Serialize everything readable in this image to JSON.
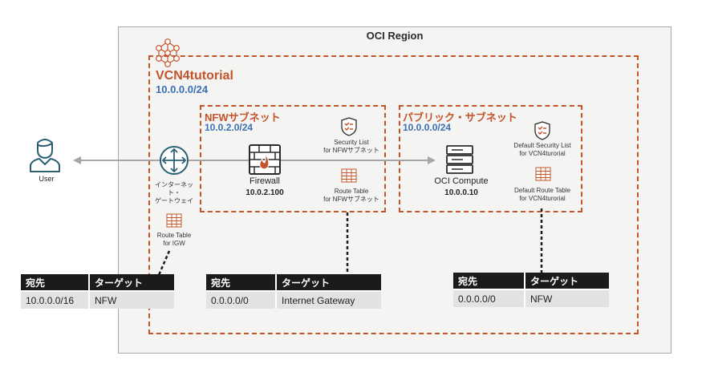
{
  "region": {
    "label": "OCI Region"
  },
  "vcn": {
    "name": "VCN4tutorial",
    "cidr": "10.0.0.0/24"
  },
  "nfw_subnet": {
    "name": "NFWサブネット",
    "cidr": "10.0.2.0/24",
    "security_list": [
      "Security List",
      "for NFWサブネット"
    ],
    "route_table": [
      "Route Table",
      "for NFWサブネット"
    ],
    "firewall": {
      "name": "Firewall",
      "ip": "10.0.2.100"
    }
  },
  "public_subnet": {
    "name": "パブリック・サブネット",
    "cidr": "10.0.0.0/24",
    "security_list": [
      "Default Security List",
      "for VCN4turorial"
    ],
    "route_table": [
      "Default Route Table",
      "for VCN4turorial"
    ],
    "compute": {
      "name": "OCI Compute",
      "ip": "10.0.0.10"
    }
  },
  "user": {
    "label": "User"
  },
  "igw": {
    "label": [
      "インターネット・",
      "ゲートウェイ"
    ]
  },
  "igw_route": {
    "label": [
      "Route Table",
      "for IGW"
    ]
  },
  "tables": {
    "igw": {
      "headers": [
        "宛先",
        "ターゲット"
      ],
      "rows": [
        [
          "10.0.0.0/16",
          "NFW"
        ]
      ]
    },
    "nfw": {
      "headers": [
        "宛先",
        "ターゲット"
      ],
      "rows": [
        [
          "0.0.0.0/0",
          "Internet Gateway"
        ]
      ]
    },
    "pub": {
      "headers": [
        "宛先",
        "ターゲット"
      ],
      "rows": [
        [
          "0.0.0.0/0",
          "NFW"
        ]
      ]
    }
  },
  "colors": {
    "accent": "#c4532a",
    "cidr": "#3a6fb5",
    "arrow": "#a6a6a6"
  }
}
